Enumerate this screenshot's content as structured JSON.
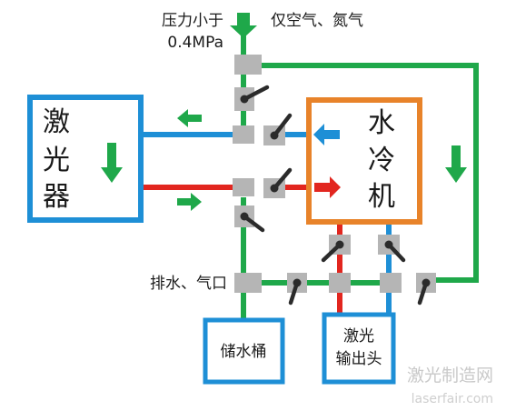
{
  "labels": {
    "inlet_pressure_line1": "压力小于",
    "inlet_pressure_line2": "0.4MPa",
    "inlet_gas": "仅空气、氮气",
    "drain": "排水、气口"
  },
  "boxes": {
    "laser_chars": [
      "激",
      "光",
      "器"
    ],
    "chiller_chars": [
      "水",
      "冷",
      "机"
    ],
    "tank": "储水桶",
    "output_head_line1": "激光",
    "output_head_line2": "输出头"
  },
  "watermark": {
    "cn": "激光制造网",
    "en": "laserfair.com"
  },
  "colors": {
    "blue_box": "#1e8fd6",
    "orange_box": "#e8832a",
    "green_pipe": "#1fa84a",
    "red_pipe": "#e2261f",
    "blue_pipe": "#1e8fd6",
    "fitting": "#b5b5b5",
    "handle": "#2b2b2b"
  }
}
